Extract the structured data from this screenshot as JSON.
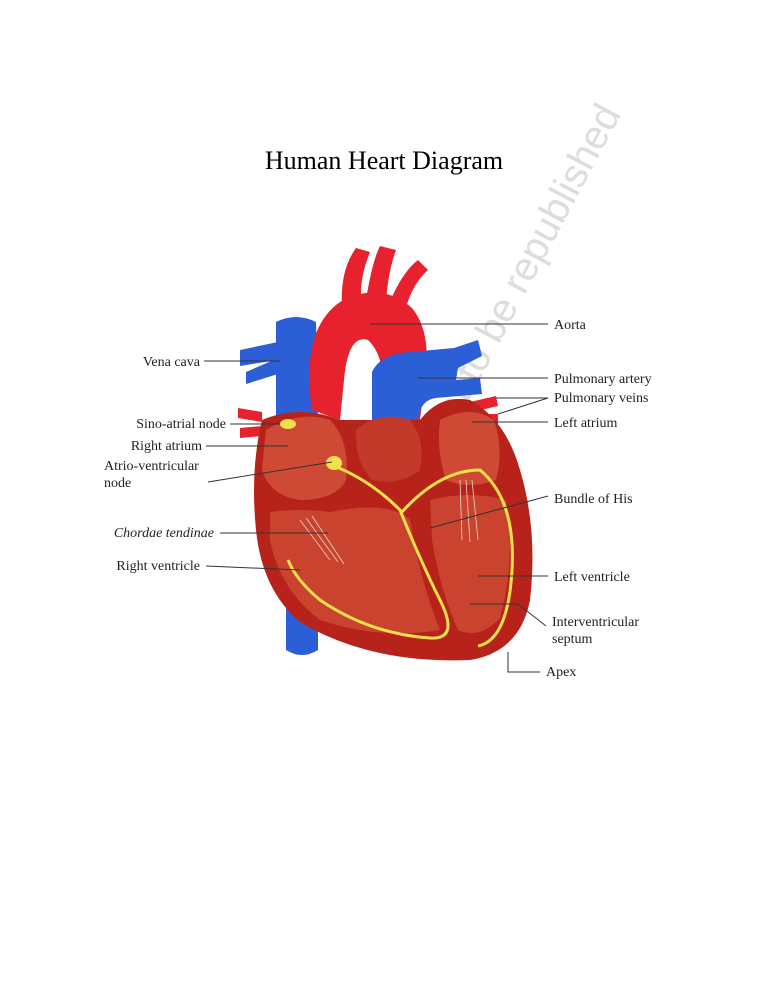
{
  "page": {
    "title": "Human Heart Diagram"
  },
  "watermark": {
    "text": "© NCERT not to be republished"
  },
  "labels": {
    "aorta": "Aorta",
    "vena_cava": "Vena cava",
    "pulmonary_artery": "Pulmonary artery",
    "pulmonary_veins": "Pulmonary veins",
    "sino_atrial_node": "Sino-atrial node",
    "left_atrium": "Left atrium",
    "right_atrium": "Right atrium",
    "av_node_line1": "Atrio-ventricular",
    "av_node_line2": "node",
    "bundle_of_his": "Bundle of His",
    "chordae_tendinae": "Chordae tendinae",
    "right_ventricle": "Right ventricle",
    "left_ventricle": "Left ventricle",
    "septum_line1": "Interventricular",
    "septum_line2": "septum",
    "apex": "Apex"
  },
  "colors": {
    "artery_red": "#e8212f",
    "vein_blue": "#2c5fd6",
    "muscle": "#b7231b",
    "chamber": "#c9432e",
    "conduction_yellow": "#f2e14b"
  }
}
